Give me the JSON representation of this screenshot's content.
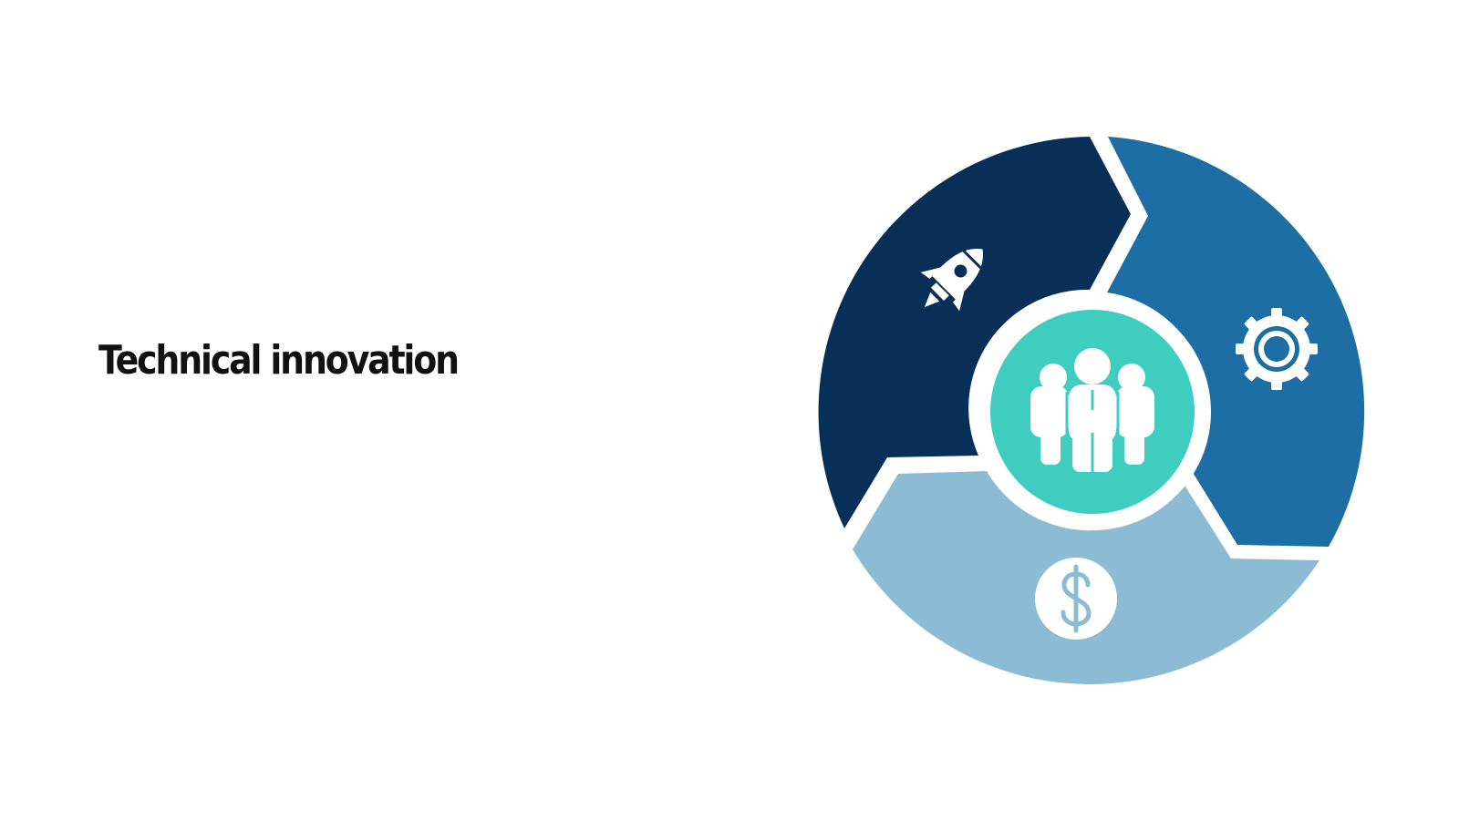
{
  "title": "Technical innovation",
  "diagram": {
    "colors": {
      "segment_top_left": "#082f57",
      "segment_right": "#1c6ea5",
      "segment_bottom": "#8bbcd3",
      "center_circle": "#3ecdbf",
      "icon_white": "#ffffff",
      "icon_accent": "#8bbcd3",
      "background": "#ffffff"
    },
    "segments": [
      {
        "id": "top-left",
        "icon": "rocket-icon"
      },
      {
        "id": "right",
        "icon": "gear-icon"
      },
      {
        "id": "bottom",
        "icon": "dollar-coin-icon"
      }
    ],
    "center": {
      "icon": "team-people-icon"
    }
  }
}
